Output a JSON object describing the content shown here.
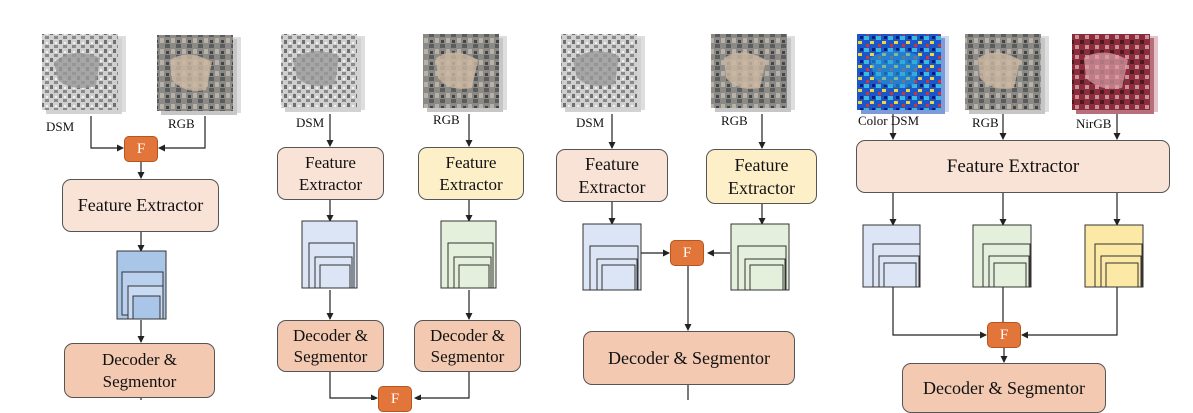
{
  "colors": {
    "feature_peach": "#f8e3d6",
    "feature_cream": "#fdf0c9",
    "decoder_salmon": "#f3c9b1",
    "fusion_orange": "#e2763a",
    "feature_blue": "#dbe5f5",
    "feature_blue_dark": "#a9c6e8",
    "feature_green": "#e4f0dc",
    "feature_yellow": "#fce9a6"
  },
  "inputs": {
    "dsm": "DSM",
    "rgb": "RGB",
    "color_dsm": "Color DSM",
    "nirgb": "NirGB"
  },
  "fusion_label": "F",
  "blocks": {
    "feature_extractor": "Feature Extractor",
    "feature_extractor_two_line": "Feature\nExtractor",
    "decoder_segmentor": "Decoder & Segmentor",
    "decoder_segmentor_two_line": "Decoder &\nSegmentor"
  }
}
